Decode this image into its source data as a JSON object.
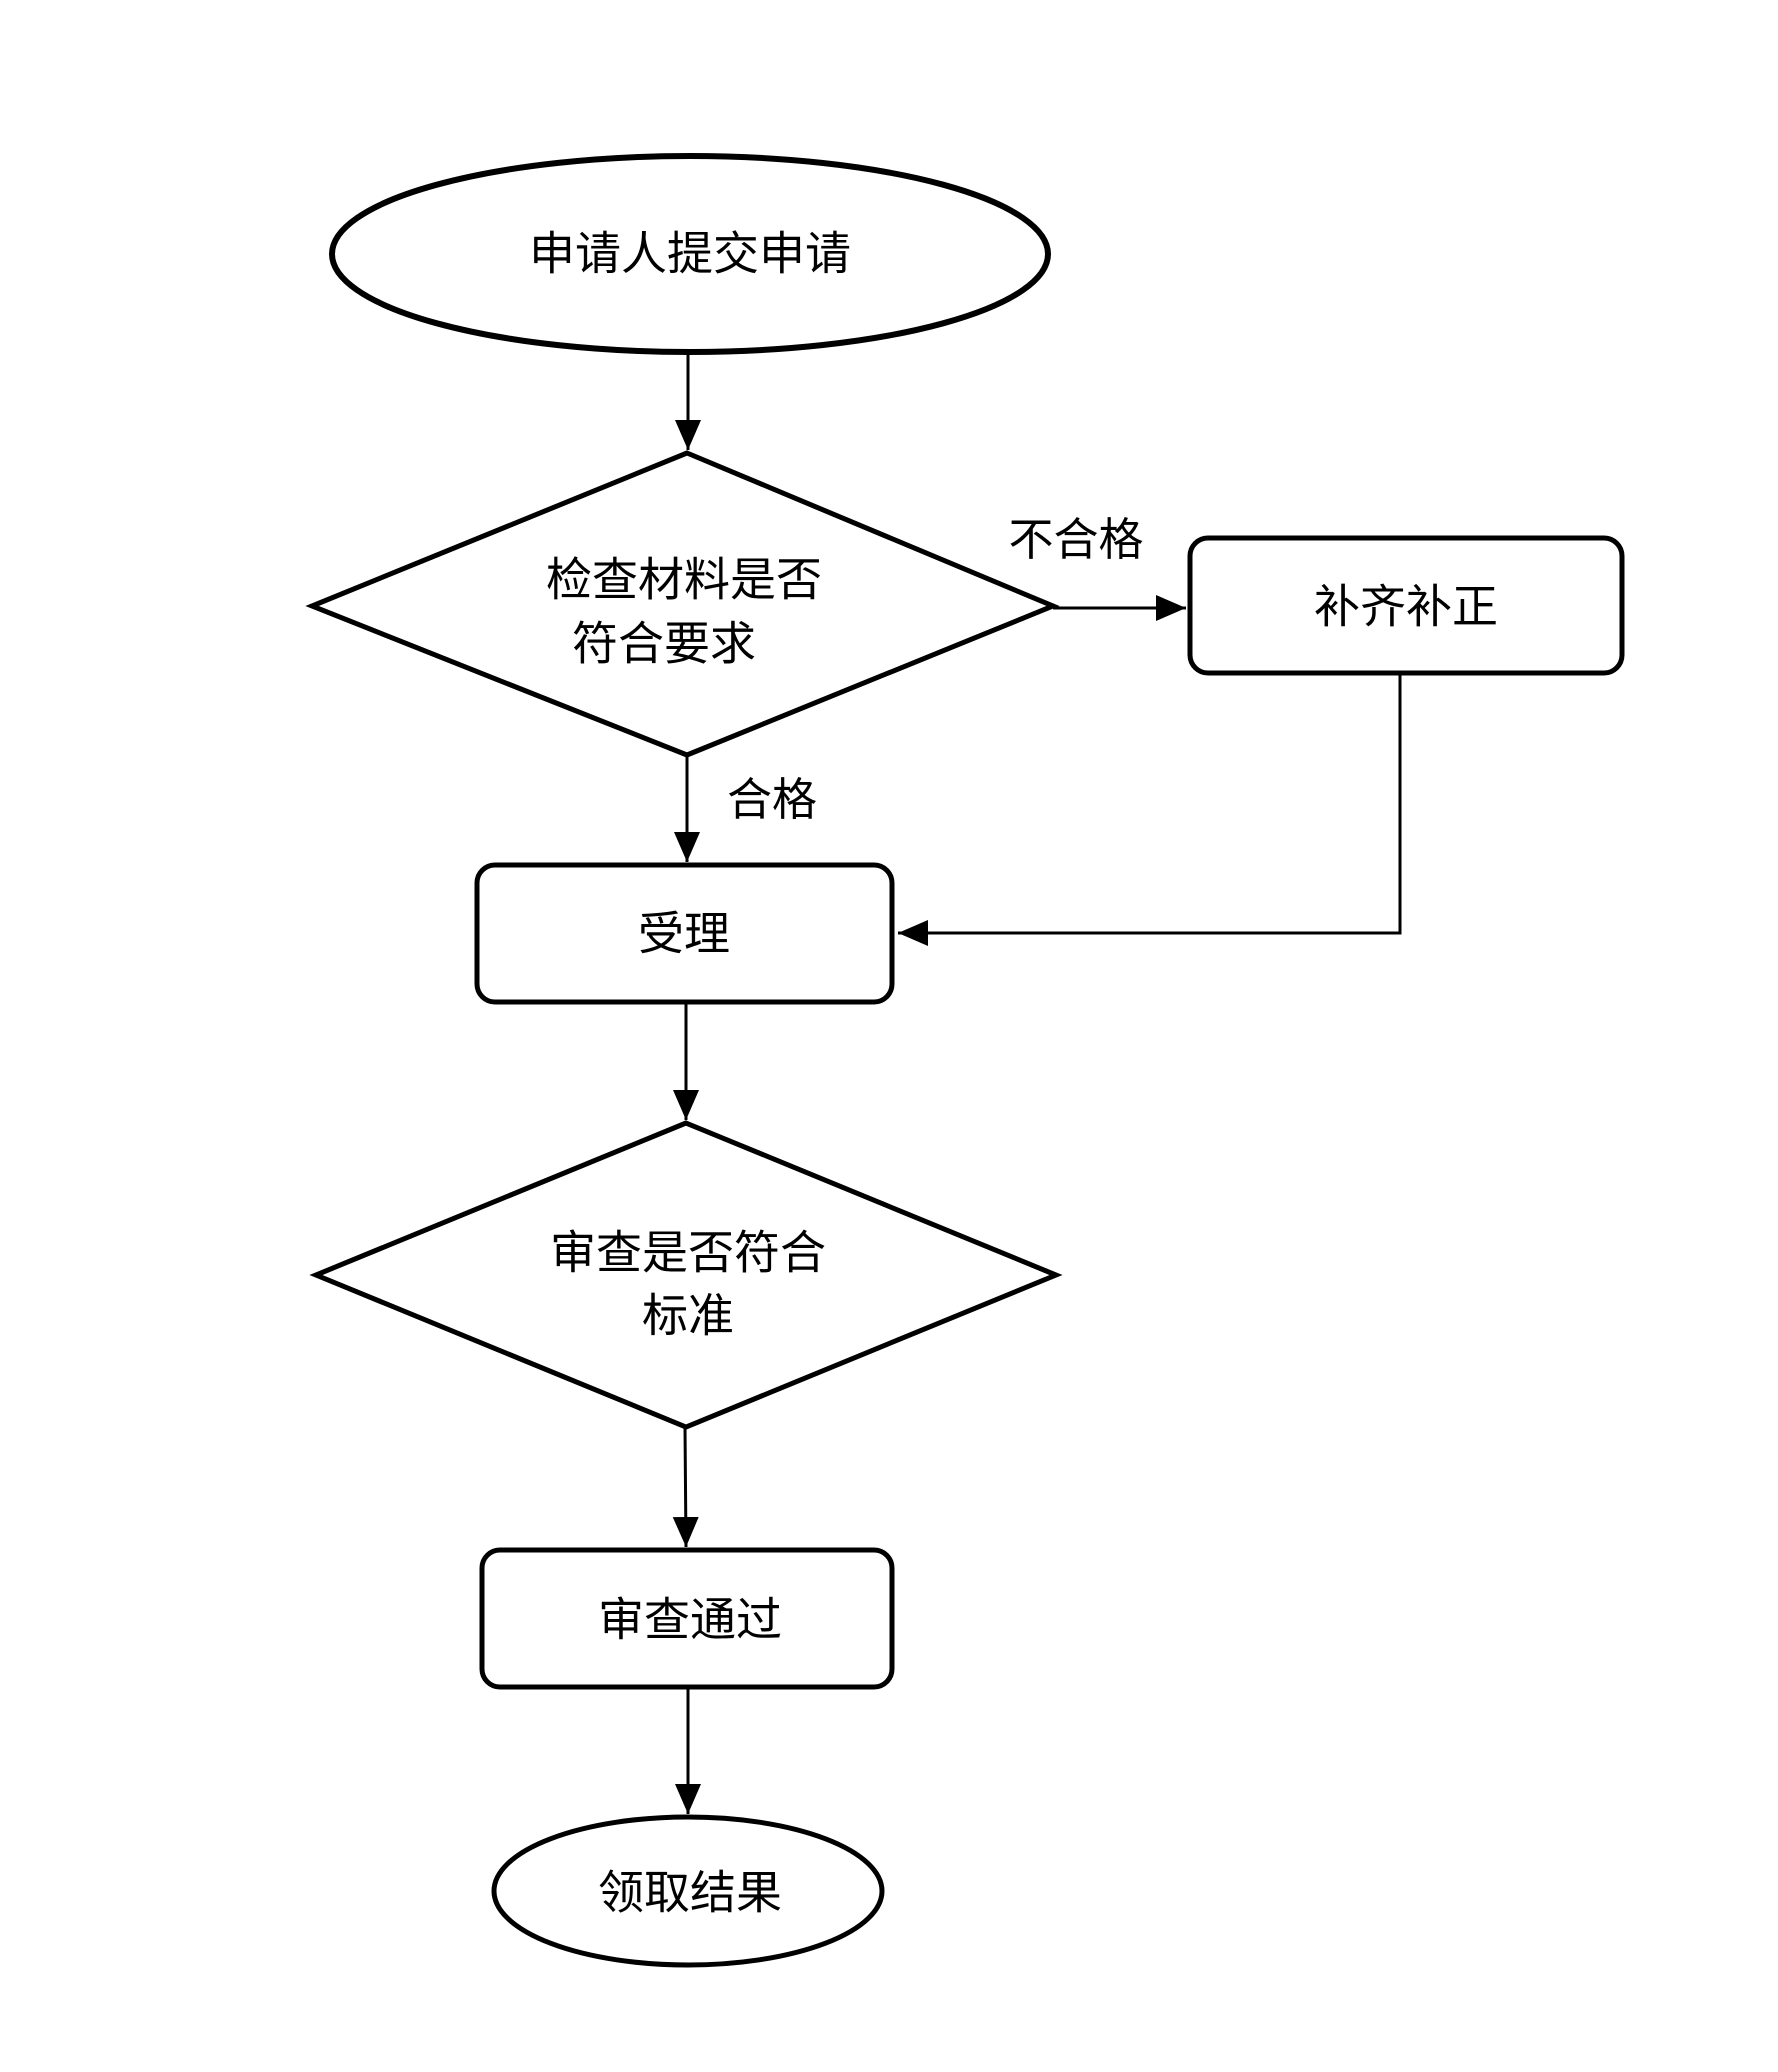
{
  "diagram": {
    "colors": {
      "stroke": "#000000",
      "background": "#ffffff",
      "text": "#000000"
    },
    "nodes": {
      "start": {
        "type": "ellipse",
        "label": "申请人提交申请"
      },
      "check": {
        "type": "diamond",
        "label_line1": "检查材料是否",
        "label_line2": "符合要求"
      },
      "supplement": {
        "type": "rounded-rect",
        "label": "补齐补正"
      },
      "accept": {
        "type": "rounded-rect",
        "label": "受理"
      },
      "review": {
        "type": "diamond",
        "label_line1": "审查是否符合",
        "label_line2": "标准"
      },
      "approved": {
        "type": "rounded-rect",
        "label": "审查通过"
      },
      "result": {
        "type": "ellipse",
        "label": "领取结果"
      }
    },
    "edge_labels": {
      "fail": "不合格",
      "pass": "合格"
    }
  }
}
